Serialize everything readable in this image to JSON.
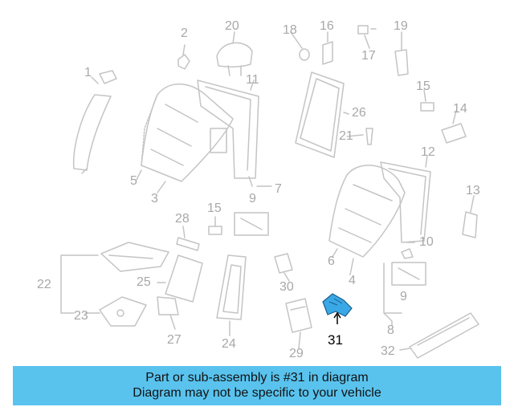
{
  "colors": {
    "part_line": "#c4c4c4",
    "label_text": "#a8a8a8",
    "highlight_fill": "#3aa8e6",
    "highlight_label": "#000000",
    "banner_bg": "#59c3ee"
  },
  "callouts": {
    "c1": "1",
    "c2": "2",
    "c3": "3",
    "c4": "4",
    "c5": "5",
    "c6": "6",
    "c7": "7",
    "c8": "8",
    "c9a": "9",
    "c9b": "9",
    "c10": "10",
    "c11": "11",
    "c12": "12",
    "c13": "13",
    "c14": "14",
    "c15a": "15",
    "c15b": "15",
    "c16": "16",
    "c17": "17",
    "c18": "18",
    "c19": "19",
    "c20": "20",
    "c21": "21",
    "c22": "22",
    "c23": "23",
    "c24": "24",
    "c25": "25",
    "c26": "26",
    "c27": "27",
    "c28": "28",
    "c29": "29",
    "c30": "30",
    "c31": "31",
    "c32": "32"
  },
  "banner": {
    "line1": "Part or sub-assembly is #31 in diagram",
    "line2": "Diagram may not be specific to your vehicle"
  }
}
